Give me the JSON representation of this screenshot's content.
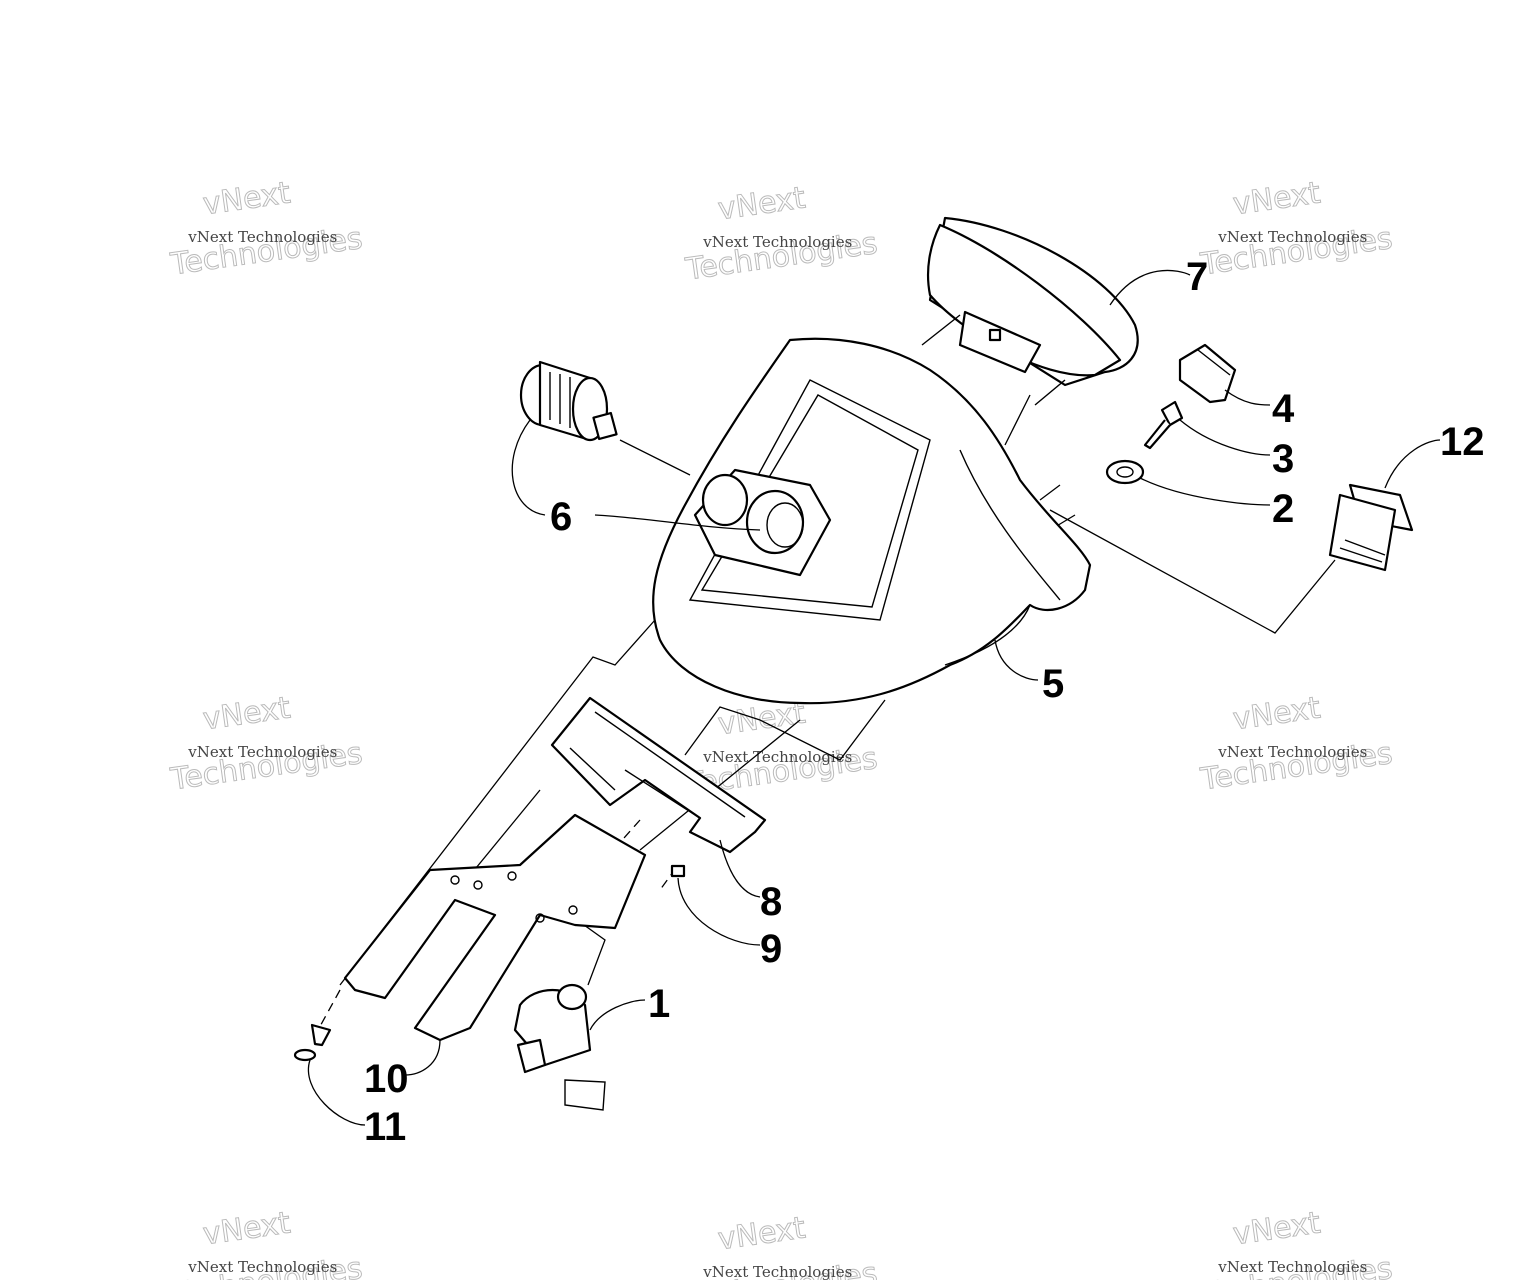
{
  "callouts": [
    {
      "label": "1"
    },
    {
      "label": "2"
    },
    {
      "label": "3"
    },
    {
      "label": "4"
    },
    {
      "label": "5"
    },
    {
      "label": "6"
    },
    {
      "label": "7"
    },
    {
      "label": "8"
    },
    {
      "label": "9"
    },
    {
      "label": "10"
    },
    {
      "label": "11"
    },
    {
      "label": "12"
    }
  ],
  "watermark": {
    "brand_small": "vNext Technologies",
    "brand_outline_top": "vNext",
    "brand_outline_bottom": "Technologies"
  }
}
